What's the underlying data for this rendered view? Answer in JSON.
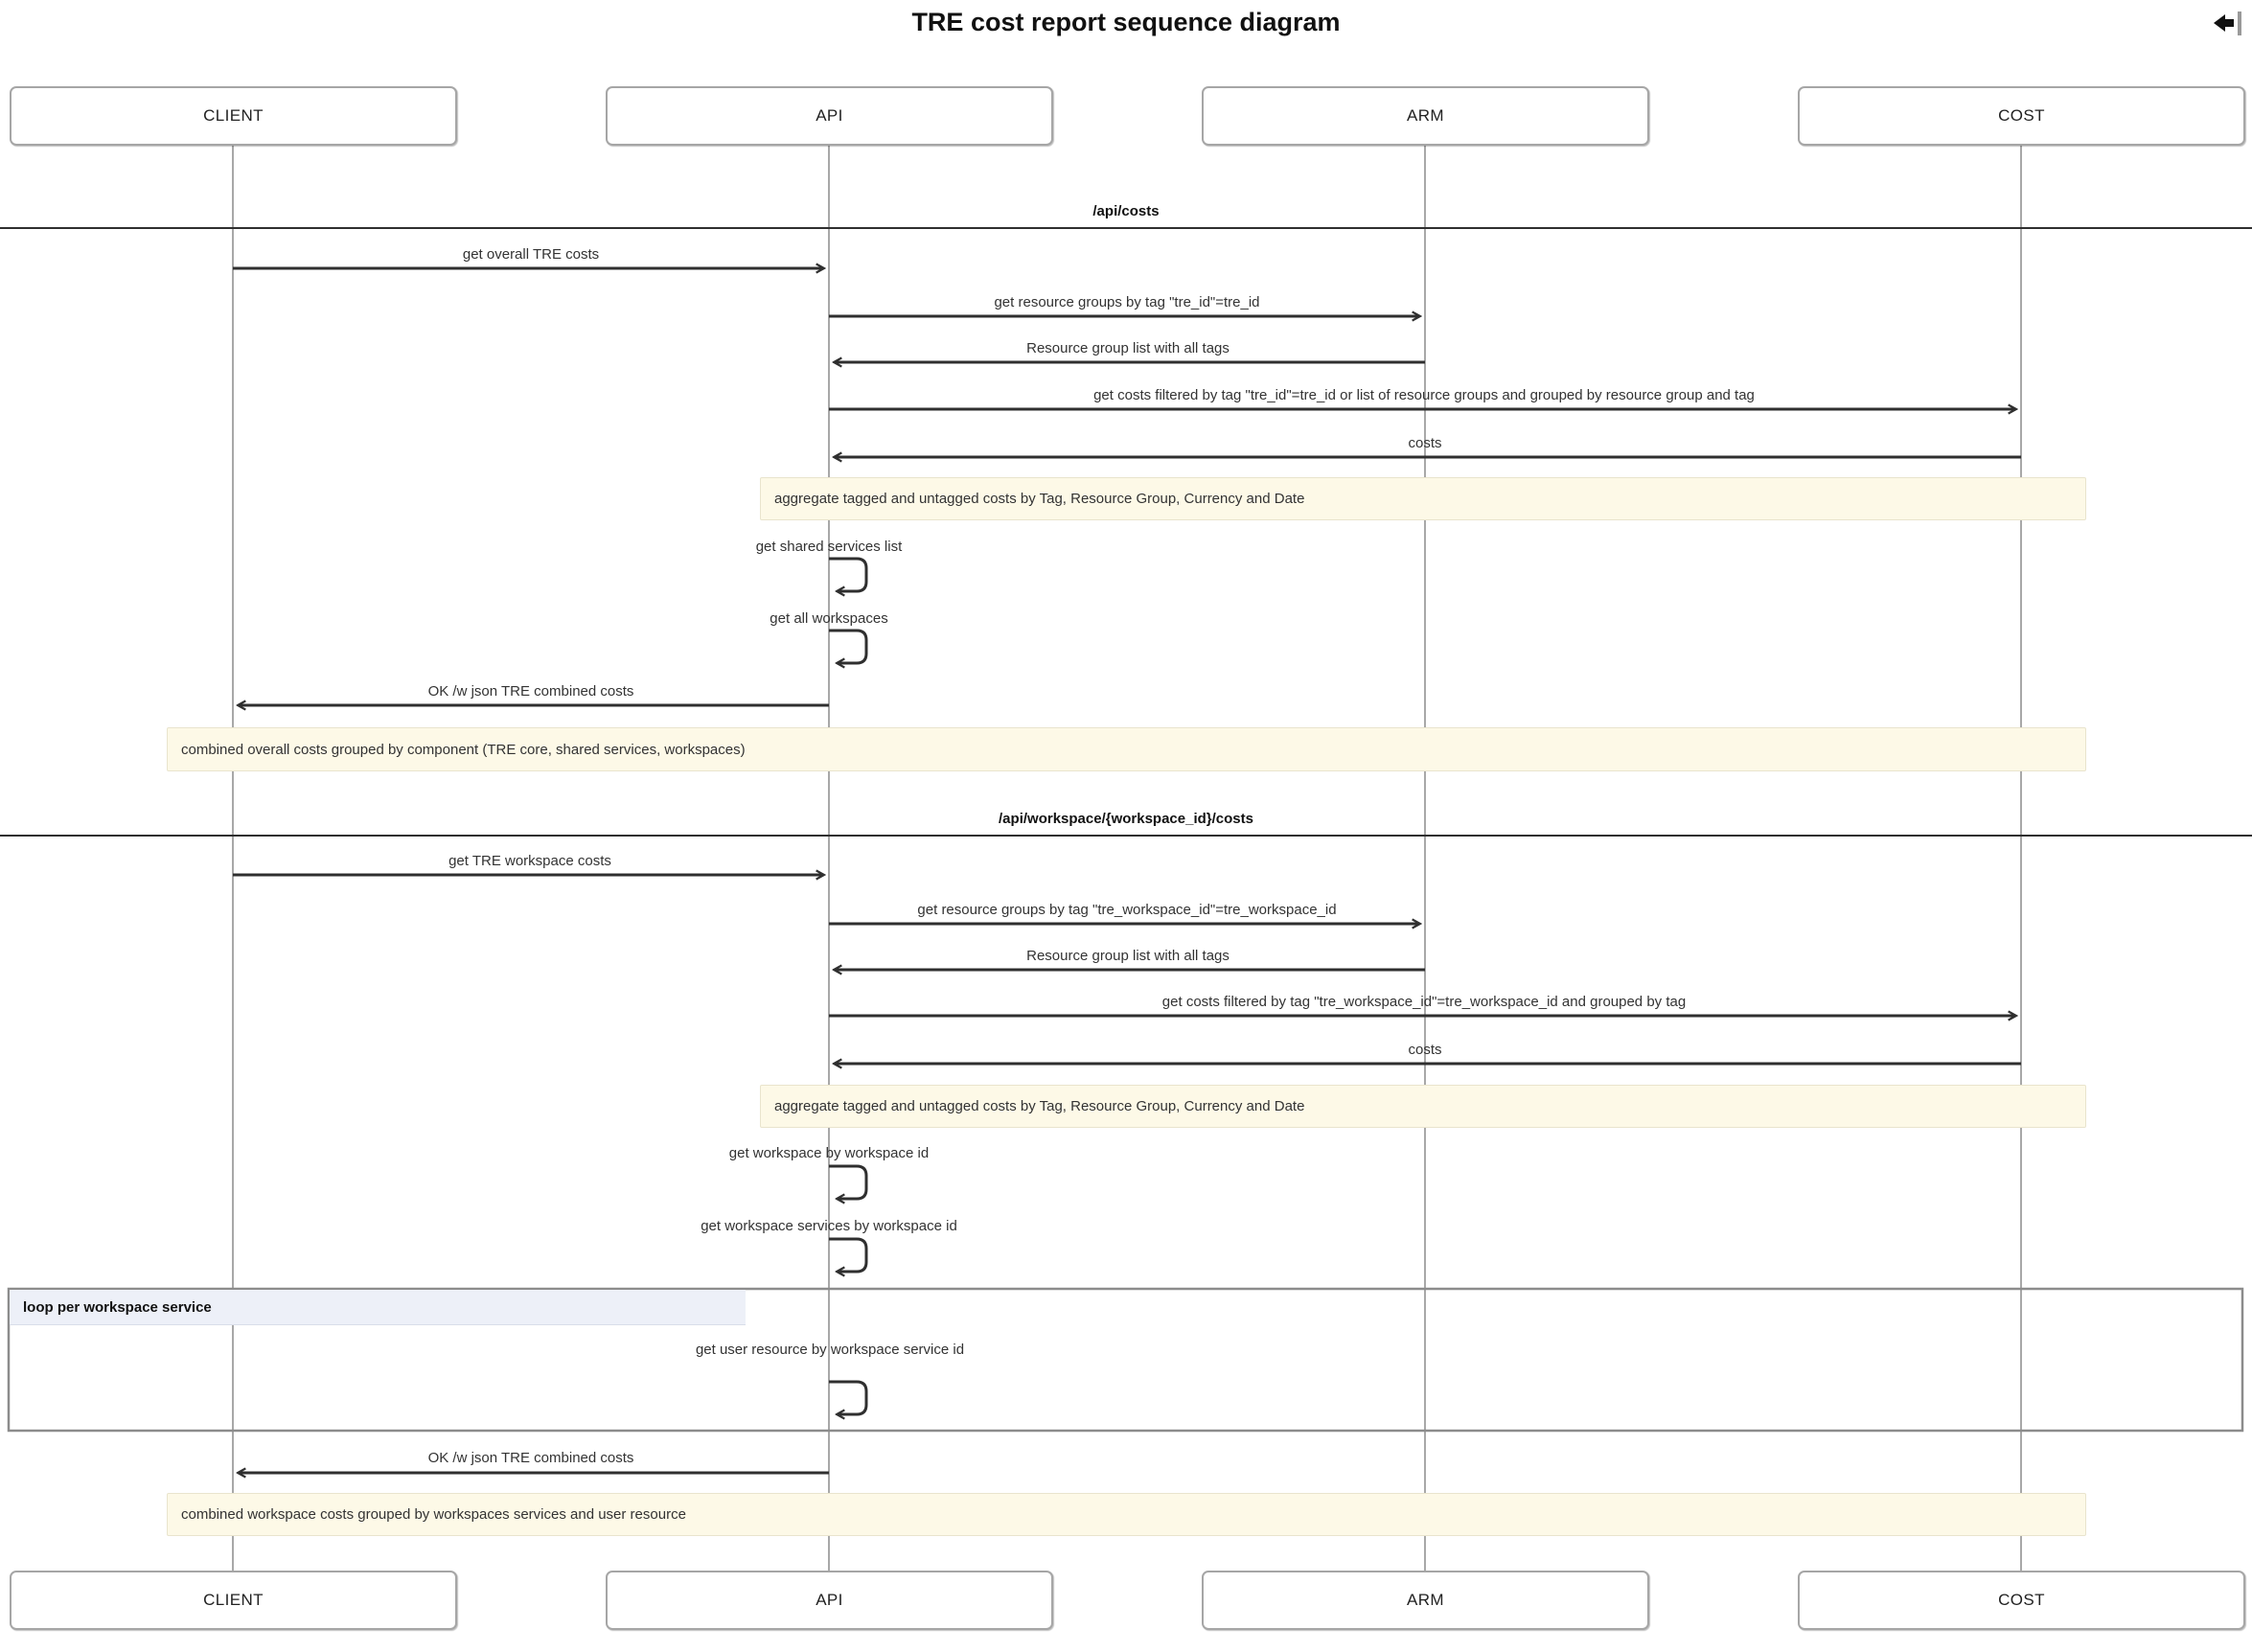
{
  "title": "TRE cost report sequence diagram",
  "corner_icon": "collapse-left-icon",
  "participants": {
    "client": "CLIENT",
    "api": "API",
    "arm": "ARM",
    "cost": "COST"
  },
  "dividers": {
    "costs": "/api/costs",
    "workspace": "/api/workspace/{workspace_id}/costs"
  },
  "messages": {
    "m1": "get overall TRE costs",
    "m2": "get resource groups by tag \"tre_id\"=tre_id",
    "m3": "Resource group list with all tags",
    "m4": "get costs filtered by tag \"tre_id\"=tre_id or list of resource groups and grouped by resource group and tag",
    "m5": "costs",
    "m6": "get shared services list",
    "m7": "get all workspaces",
    "m8": "OK /w json TRE combined costs",
    "m9": "get TRE workspace costs",
    "m10": "get resource groups by tag \"tre_workspace_id\"=tre_workspace_id",
    "m11": "Resource group list with all tags",
    "m12": "get costs filtered by tag \"tre_workspace_id\"=tre_workspace_id and grouped by tag",
    "m13": "costs",
    "m14": "get workspace by workspace id",
    "m15": "get workspace services by workspace id",
    "m16": "get user resource by workspace service id",
    "m17": "OK /w json TRE combined costs"
  },
  "notes": {
    "n1": "aggregate tagged and untagged costs by Tag, Resource Group, Currency and Date",
    "n2": "combined overall costs grouped by component (TRE core, shared services, workspaces)",
    "n3": "aggregate tagged and untagged costs by Tag, Resource Group, Currency and Date",
    "n4": "combined workspace costs grouped by workspaces services and user resource"
  },
  "loop": {
    "label": "loop per workspace service"
  },
  "colors": {
    "message_line": "#2f2f2f",
    "lifeline": "#a8a8a8",
    "loop_border": "#8c8c8c",
    "note_fill": "#fdf9e7",
    "note_border": "#e9e4cd",
    "loop_band_fill": "#edf0f8"
  }
}
